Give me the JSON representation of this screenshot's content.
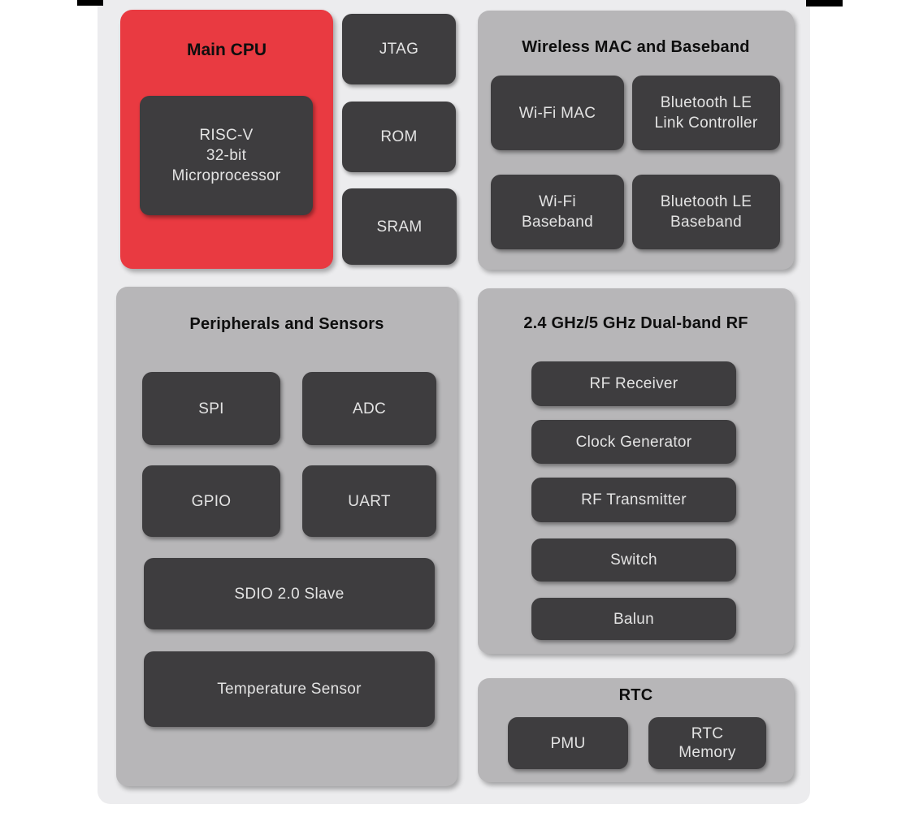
{
  "artifacts": {
    "top_left_bar": "screen-capture-mark",
    "top_right_bar": "screen-capture-mark"
  },
  "sections": {
    "main_cpu": {
      "title": "Main CPU",
      "core_label": "RISC-V\n32-bit\nMicroprocessor"
    },
    "side_blocks": [
      {
        "label": "JTAG"
      },
      {
        "label": "ROM"
      },
      {
        "label": "SRAM"
      }
    ],
    "wireless": {
      "title": "Wireless MAC and Baseband",
      "blocks": [
        {
          "label": "Wi-Fi MAC"
        },
        {
          "label": "Bluetooth LE\nLink Controller"
        },
        {
          "label": "Wi-Fi\nBaseband"
        },
        {
          "label": "Bluetooth LE\nBaseband"
        }
      ]
    },
    "peripherals": {
      "title": "Peripherals and Sensors",
      "blocks": [
        {
          "label": "SPI"
        },
        {
          "label": "ADC"
        },
        {
          "label": "GPIO"
        },
        {
          "label": "UART"
        },
        {
          "label": "SDIO 2.0 Slave"
        },
        {
          "label": "Temperature Sensor"
        }
      ]
    },
    "rf": {
      "title": "2.4 GHz/5 GHz Dual-band RF",
      "blocks": [
        {
          "label": "RF Receiver"
        },
        {
          "label": "Clock Generator"
        },
        {
          "label": "RF Transmitter"
        },
        {
          "label": "Switch"
        },
        {
          "label": "Balun"
        }
      ]
    },
    "rtc": {
      "title": "RTC",
      "blocks": [
        {
          "label": "PMU"
        },
        {
          "label": "RTC\nMemory"
        }
      ]
    }
  },
  "colors": {
    "canvas_bg": "#ececee",
    "container_gray": "#b7b6b8",
    "block_dark": "#3e3d3f",
    "cpu_red": "#e93a41",
    "label_light": "#e3e3e3",
    "title_dark": "#0e0e0e"
  }
}
